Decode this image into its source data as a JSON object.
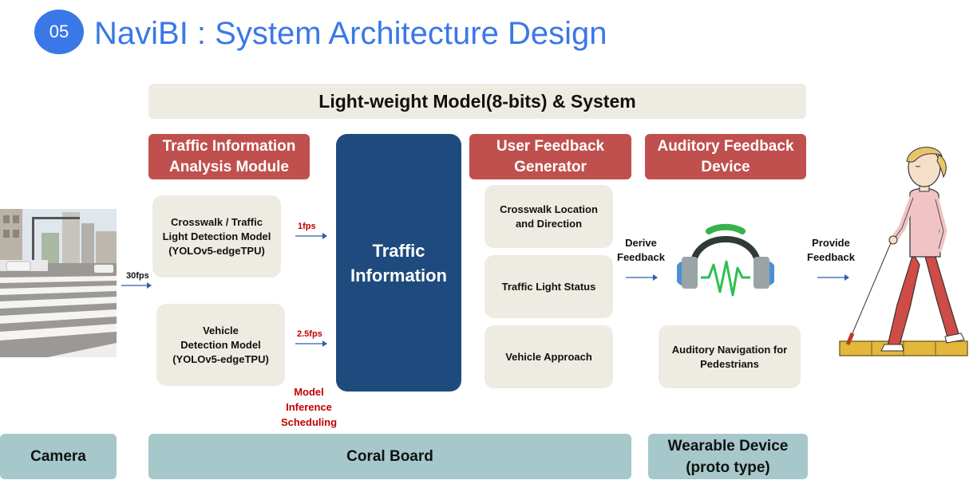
{
  "header": {
    "badge": "05",
    "title": "NaviBI : System Architecture Design"
  },
  "banner": "Light-weight Model(8-bits) & System",
  "modules": {
    "traffic_analysis": [
      "Traffic Information",
      "Analysis Module"
    ],
    "feedback_generator": [
      "User Feedback",
      "Generator"
    ],
    "auditory_device": [
      "Auditory Feedback",
      "Device"
    ]
  },
  "models": {
    "crosswalk": [
      "Crosswalk / Traffic",
      "Light Detection Model",
      "(YOLOv5-edgeTPU)"
    ],
    "vehicle": [
      "Vehicle",
      "Detection Model",
      "(YOLOv5-edgeTPU)"
    ]
  },
  "rates": {
    "camera": "30fps",
    "crosswalk": "1fps",
    "vehicle": "2.5fps"
  },
  "scheduling": [
    "Model",
    "Inference",
    "Scheduling"
  ],
  "center_block": [
    "Traffic",
    "Information"
  ],
  "feedback_items": {
    "crosswalk": [
      "Crosswalk Location",
      "and Direction"
    ],
    "light": "Traffic Light Status",
    "vehicle": "Vehicle Approach"
  },
  "derive": [
    "Derive",
    "Feedback"
  ],
  "provide": [
    "Provide",
    "Feedback"
  ],
  "auditory_nav": [
    "Auditory Navigation for",
    "Pedestrians"
  ],
  "bottom": {
    "camera": "Camera",
    "coral": "Coral Board",
    "wearable": [
      "Wearable Device",
      "(proto type)"
    ]
  },
  "colors": {
    "accent_blue": "#3a78e8",
    "module_red": "#c0504d",
    "center_navy": "#1f4a7e",
    "card_beige": "#eeebe2",
    "bottom_teal": "#a6c8ca",
    "rate_red": "#c00000"
  },
  "icons": {
    "headphones": "headphones-icon",
    "pedestrian": "pedestrian-with-cane-illustration",
    "photo": "street-crosswalk-photo"
  }
}
